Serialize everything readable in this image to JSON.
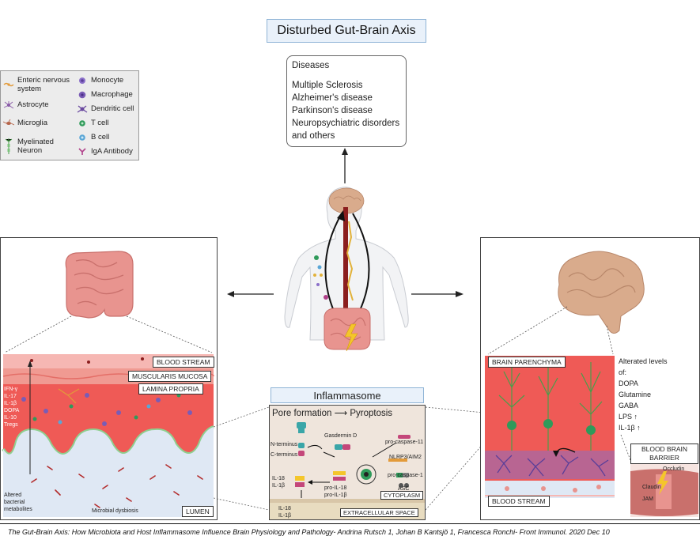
{
  "title": "Disturbed Gut-Brain Axis",
  "diseases": {
    "header": "Diseases",
    "items": [
      "Multiple Sclerosis",
      "Alzheimer's disease",
      "Parkinson's disease",
      "Neuropsychiatric disorders",
      "and others"
    ]
  },
  "legend": {
    "left": [
      {
        "label": "Enteric nervous system",
        "icon": "enteric-nervous-system-icon",
        "color": "#e39b3a"
      },
      {
        "label": "Astrocyte",
        "icon": "astrocyte-icon",
        "color": "#8a5ca8"
      },
      {
        "label": "Microglia",
        "icon": "microglia-icon",
        "color": "#b5654a"
      },
      {
        "label": "Myelinated Neuron",
        "icon": "myelinated-neuron-icon",
        "color": "#4a9d4a"
      }
    ],
    "right": [
      {
        "label": "Monocyte",
        "icon": "monocyte-icon",
        "color": "#8b6fc9"
      },
      {
        "label": "Macrophage",
        "icon": "macrophage-icon",
        "color": "#7a5cb5"
      },
      {
        "label": "Dendritic cell",
        "icon": "dendritic-cell-icon",
        "color": "#6b4aa0"
      },
      {
        "label": "T cell",
        "icon": "t-cell-icon",
        "color": "#2f9a5a"
      },
      {
        "label": "B cell",
        "icon": "b-cell-icon",
        "color": "#5aa6d6"
      },
      {
        "label": "IgA Antibody",
        "icon": "iga-antibody-icon",
        "color": "#b0408a"
      }
    ]
  },
  "gut_panel": {
    "blood_stream": "BLOOD STREAM",
    "muscularis": "MUSCULARIS MUCOSA",
    "lamina": "LAMINA PROPRIA",
    "lumen": "LUMEN",
    "cytokines": [
      "IFN-γ",
      "IL-17",
      "IL-1β",
      "DOPA",
      "IL-10",
      "Tregs"
    ],
    "altered": "Altered bacterial metabolites",
    "dysbiosis": "Microbial dysbiosis"
  },
  "inflammasome": {
    "title": "Inflammasome",
    "pore": "Pore formation",
    "pyroptosis": "Pyroptosis",
    "gasdermin": "Gasdermin D",
    "n_terminus": "N-terminus",
    "c_terminus": "C-terminus",
    "pro_caspase_11": "pro-caspase-11",
    "nlrp3": "NLRP3/AIM2",
    "pro_caspase_1": "pro-caspase-1",
    "asc": "ASC",
    "il18": "IL-18",
    "il1b": "IL-1β",
    "pro_il18": "pro-IL-18",
    "pro_il1b": "pro-IL-1β",
    "cytoplasm": "CYTOPLASM",
    "extracellular": "EXTRACELLULAR SPACE",
    "ex_il18": "IL-18",
    "ex_il1b": "IL-1β"
  },
  "brain_panel": {
    "parenchyma": "BRAIN PARENCHYMA",
    "blood_stream": "BLOOD STREAM",
    "bbb": "BLOOD BRAIN BARRIER",
    "occludin": "Occludin",
    "claudin": "Claudin",
    "jam": "JAM",
    "altered_levels": [
      "Alterated levels",
      "of:",
      "DOPA",
      "Glutamine",
      "GABA",
      "LPS ↑",
      "IL-1β ↑"
    ]
  },
  "footer": "The Gut-Brain Axis: How Microbiota and Host Inflammasome Influence Brain Physiology and Pathology- Andrina Rutsch 1, Johan B Kantsjö 1, Francesca Ronchi- Front Immunol. 2020 Dec 10",
  "colors": {
    "tissue_red": "#ef5a56",
    "tissue_pink": "#f6b7b3",
    "brain_tan": "#d9ab8c",
    "intestine": "#e8948f",
    "lumen_blue": "#dfe8f4",
    "header_blue": "#e9f1fa"
  }
}
